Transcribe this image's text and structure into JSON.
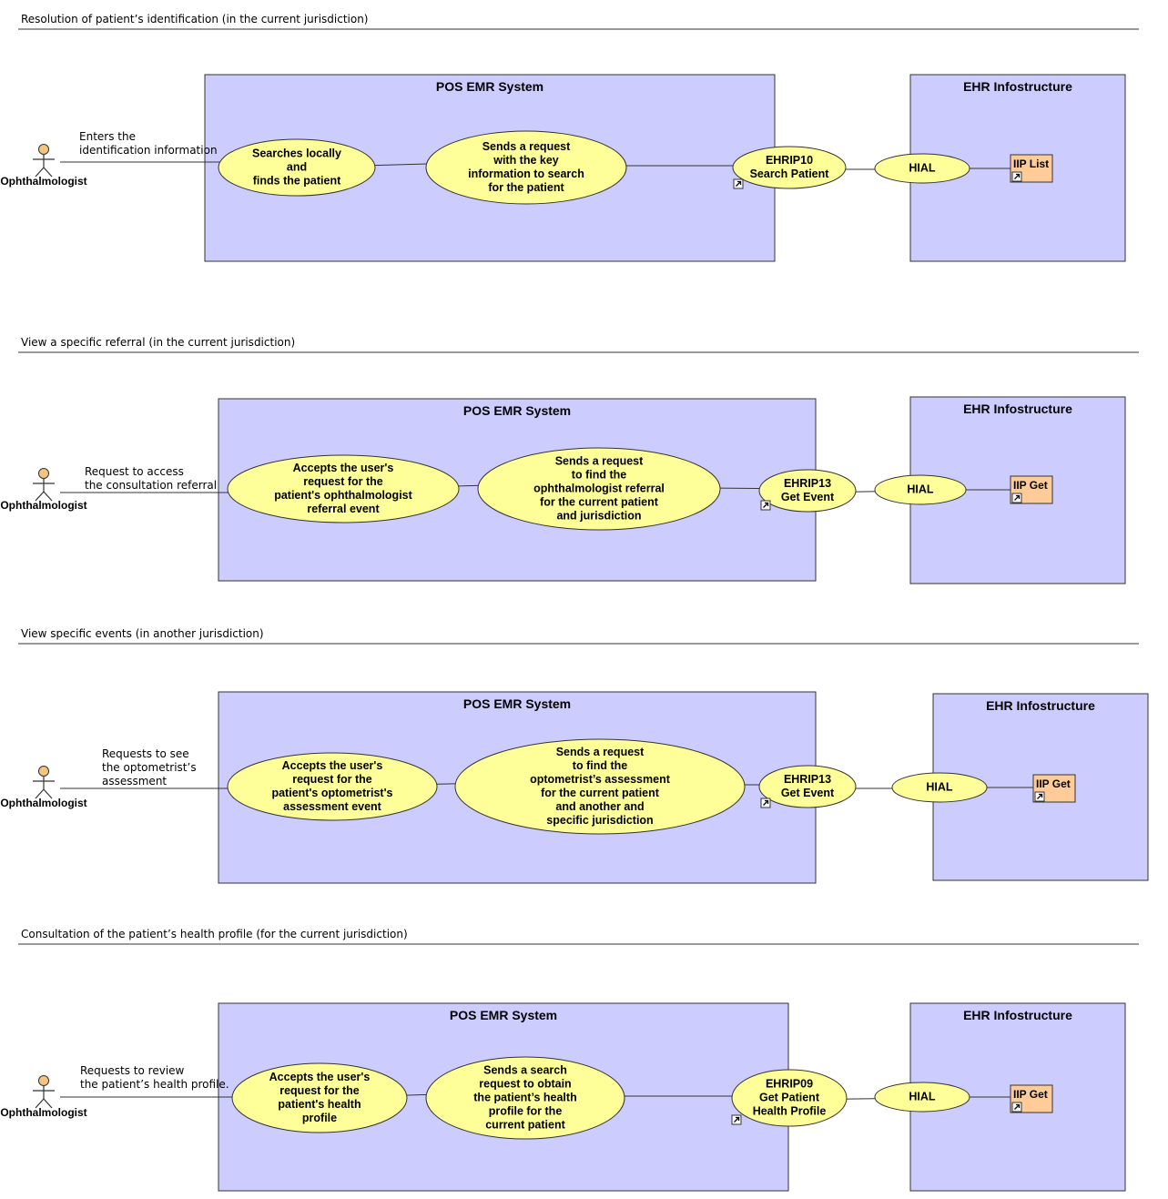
{
  "colors": {
    "system_box": "#ccccff",
    "use_case": "#ffff99",
    "iip_component": "#ffcc99",
    "actor_head": "#f5c57f"
  },
  "sections": [
    {
      "title": "Resolution of patient’s identification (in the current jurisdiction)",
      "actor": "Ophthalmologist",
      "note": [
        "Enters the",
        "identification information"
      ],
      "pos_title": "POS EMR System",
      "uc1": [
        "Searches locally",
        "and",
        "finds the patient"
      ],
      "uc2": [
        "Sends a request",
        "with the key",
        "information to search",
        "for the patient"
      ],
      "ehrip": [
        "EHRIP10",
        "Search Patient"
      ],
      "ehr_title": "EHR Infostructure",
      "hial": "HIAL",
      "iip": "IIP List"
    },
    {
      "title": "View a specific referral (in the current jurisdiction)",
      "actor": "Ophthalmologist",
      "note": [
        "Request to access",
        "the consultation referral"
      ],
      "pos_title": "POS EMR System",
      "uc1": [
        "Accepts the user's",
        "request for the",
        "patient's ophthalmologist",
        "referral event"
      ],
      "uc2": [
        "Sends a request",
        "to find the",
        "ophthalmologist referral",
        "for the current patient",
        "and jurisdiction"
      ],
      "ehrip": [
        "EHRIP13",
        "Get Event"
      ],
      "ehr_title": "EHR Infostructure",
      "hial": "HIAL",
      "iip": "IIP Get"
    },
    {
      "title": "View specific events (in another jurisdiction)",
      "actor": "Ophthalmologist",
      "note": [
        "Requests to see",
        "the optometrist’s",
        "assessment"
      ],
      "pos_title": "POS EMR System",
      "uc1": [
        "Accepts the user's",
        "request for the",
        "patient's optometrist's",
        "assessment event"
      ],
      "uc2": [
        "Sends a request",
        "to find the",
        "optometrist’s assessment",
        "for the current patient",
        "and another and",
        "specific jurisdiction"
      ],
      "ehrip": [
        "EHRIP13",
        "Get Event"
      ],
      "ehr_title": "EHR Infostructure",
      "hial": "HIAL",
      "iip": "IIP Get"
    },
    {
      "title": "Consultation of the patient’s health profile (for the current jurisdiction)",
      "actor": "Ophthalmologist",
      "note": [
        "Requests to review",
        "the patient’s health profile."
      ],
      "pos_title": "POS EMR System",
      "uc1": [
        "Accepts the user's",
        "request for the",
        "patient's health",
        "profile"
      ],
      "uc2": [
        "Sends a search",
        "request to obtain",
        "the patient’s health",
        "profile for the",
        "current patient"
      ],
      "ehrip": [
        "EHRIP09",
        "Get Patient",
        "Health Profile"
      ],
      "ehr_title": "EHR Infostructure",
      "hial": "HIAL",
      "iip": "IIP Get"
    }
  ]
}
